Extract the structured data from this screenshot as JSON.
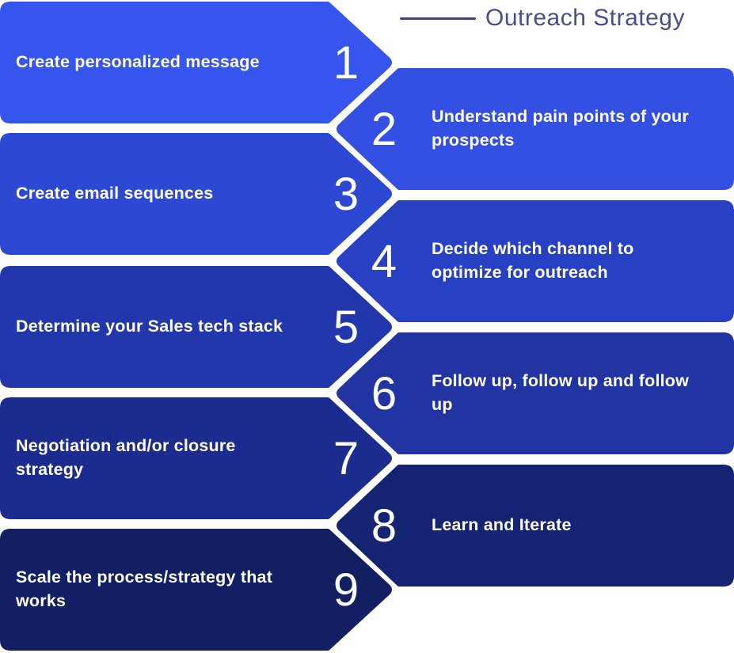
{
  "title": {
    "text": "Outreach Strategy",
    "text_color": "#4A4E8C",
    "line_color": "#3E4380"
  },
  "colors": {
    "background": "#FFFFFF",
    "label_text": "#FFFFFF",
    "number_text": "#FFFFFF"
  },
  "steps": [
    {
      "number": "1",
      "label": "Create personalized message",
      "side": "left",
      "color": "#3654EE"
    },
    {
      "number": "2",
      "label": "Understand pain points of your prospects",
      "side": "right",
      "color": "#3350E2"
    },
    {
      "number": "3",
      "label": "Create email sequences",
      "side": "left",
      "color": "#2D49D4"
    },
    {
      "number": "4",
      "label": "Decide which channel to optimize for outreach",
      "side": "right",
      "color": "#2841C4"
    },
    {
      "number": "5",
      "label": "Determine your Sales tech stack",
      "side": "left",
      "color": "#2237AC"
    },
    {
      "number": "6",
      "label": "Follow up, follow up and follow up",
      "side": "right",
      "color": "#2233A2"
    },
    {
      "number": "7",
      "label": "Negotiation and/or closure strategy",
      "side": "left",
      "color": "#1C2C8E"
    },
    {
      "number": "8",
      "label": "Learn and Iterate",
      "side": "right",
      "color": "#152472"
    },
    {
      "number": "9",
      "label": "Scale the process/strategy that works",
      "side": "left",
      "color": "#121F62"
    }
  ]
}
